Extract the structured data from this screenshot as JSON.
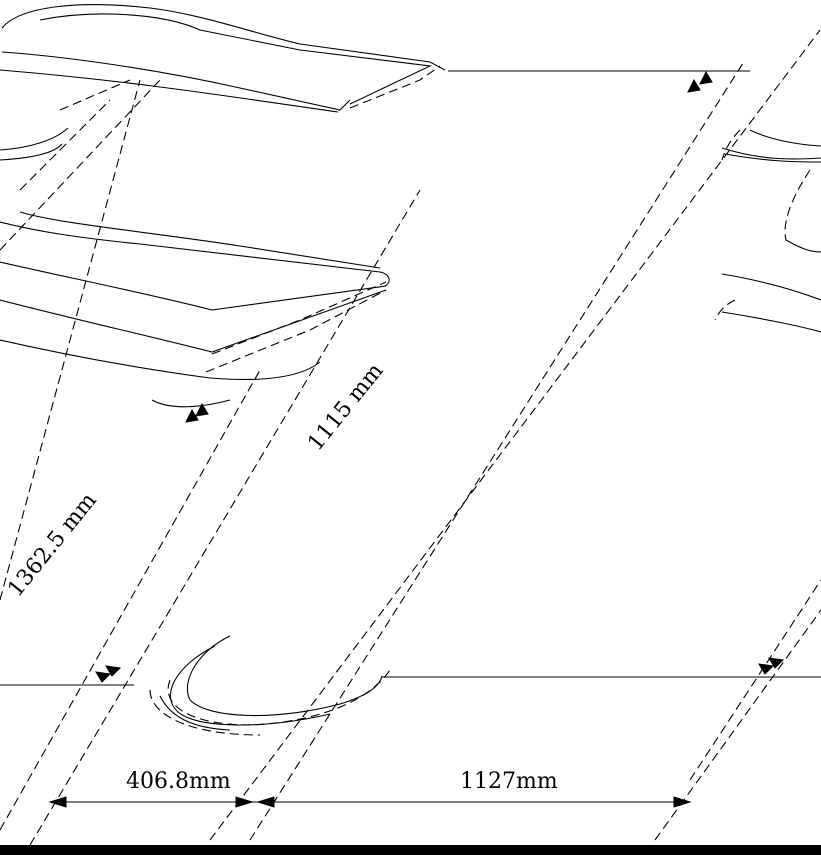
{
  "dimensions": {
    "upper_diagonal": "1115 mm",
    "lower_diagonal": "1362.5 mm",
    "bottom_left": "406.8mm",
    "bottom_right": "1127mm"
  },
  "colors": {
    "line": "#000000",
    "background": "#ffffff"
  }
}
